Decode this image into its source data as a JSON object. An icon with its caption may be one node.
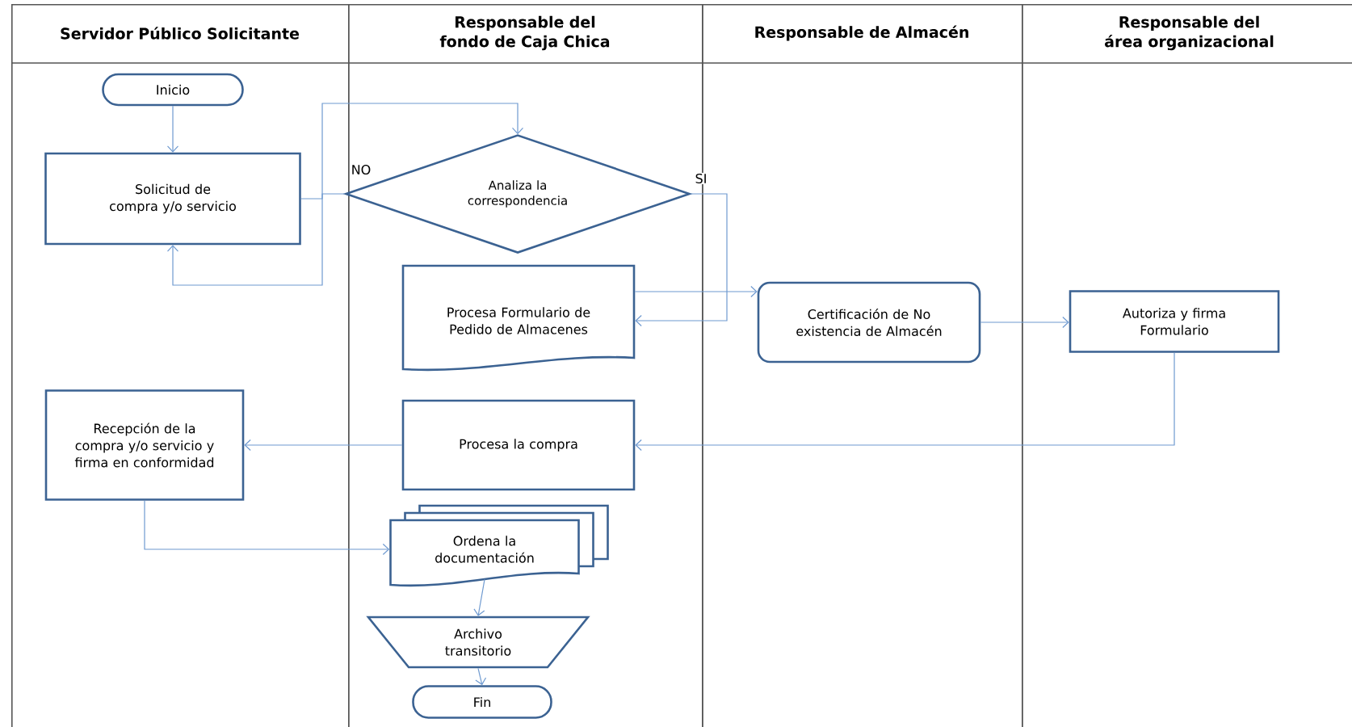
{
  "diagram": {
    "nodes": [
      {
        "text": [
          "Servidor Público Solicitante"
        ]
      },
      {
        "text": [
          "Responsable del fondo de Caja Chica"
        ]
      },
      {
        "text": [
          "Responsable de Almacén"
        ]
      },
      {
        "text": [
          "Responsable del área organizacional"
        ]
      },
      {
        "text": [
          "Inicio"
        ],
        "in": 0
      },
      {
        "text": [
          "Solicitud de compra y/o servicio"
        ],
        "in": 0
      },
      {
        "text": [
          "Analiza la correspondencia"
        ],
        "in": 1
      },
      {
        "text": [
          "Procesa Formulario de Pedido de Almacenes"
        ],
        "in": 1
      },
      {
        "text": [
          "Certificación de No existencia de Almacén"
        ],
        "in": 2
      },
      {
        "text": [
          "Autoriza y firma Formulario"
        ],
        "in": 3
      },
      {
        "text": [
          "Recepción de la compra y/o servicio y firma en conformidad"
        ],
        "in": 0
      },
      {
        "text": [
          "Procesa la compra"
        ],
        "in": 1
      },
      {
        "text": [
          "Ordena la documentación"
        ],
        "in": 1
      },
      {
        "text": [
          "Archivo transitorio"
        ],
        "in": 1
      },
      {
        "text": [
          "Fin"
        ],
        "in": 1
      }
    ],
    "edges": [
      {
        "from": 4,
        "to": 5,
        "arrow": "to"
      },
      {
        "from": 5,
        "to": 6,
        "arrow": "to"
      },
      {
        "from": 6,
        "to": 5,
        "arrow": "to",
        "label": "NO"
      },
      {
        "from": 6,
        "to": 7,
        "arrow": "to",
        "label": "SI"
      },
      {
        "from": 7,
        "to": 8,
        "arrow": "to"
      },
      {
        "from": 8,
        "to": 9,
        "arrow": "to"
      },
      {
        "from": 9,
        "to": 11,
        "arrow": "to"
      },
      {
        "from": 11,
        "to": 10,
        "arrow": "to"
      },
      {
        "from": 10,
        "to": 12,
        "arrow": "to"
      },
      {
        "from": 12,
        "to": 13,
        "arrow": "to"
      },
      {
        "from": 13,
        "to": 14,
        "arrow": "to"
      }
    ]
  }
}
